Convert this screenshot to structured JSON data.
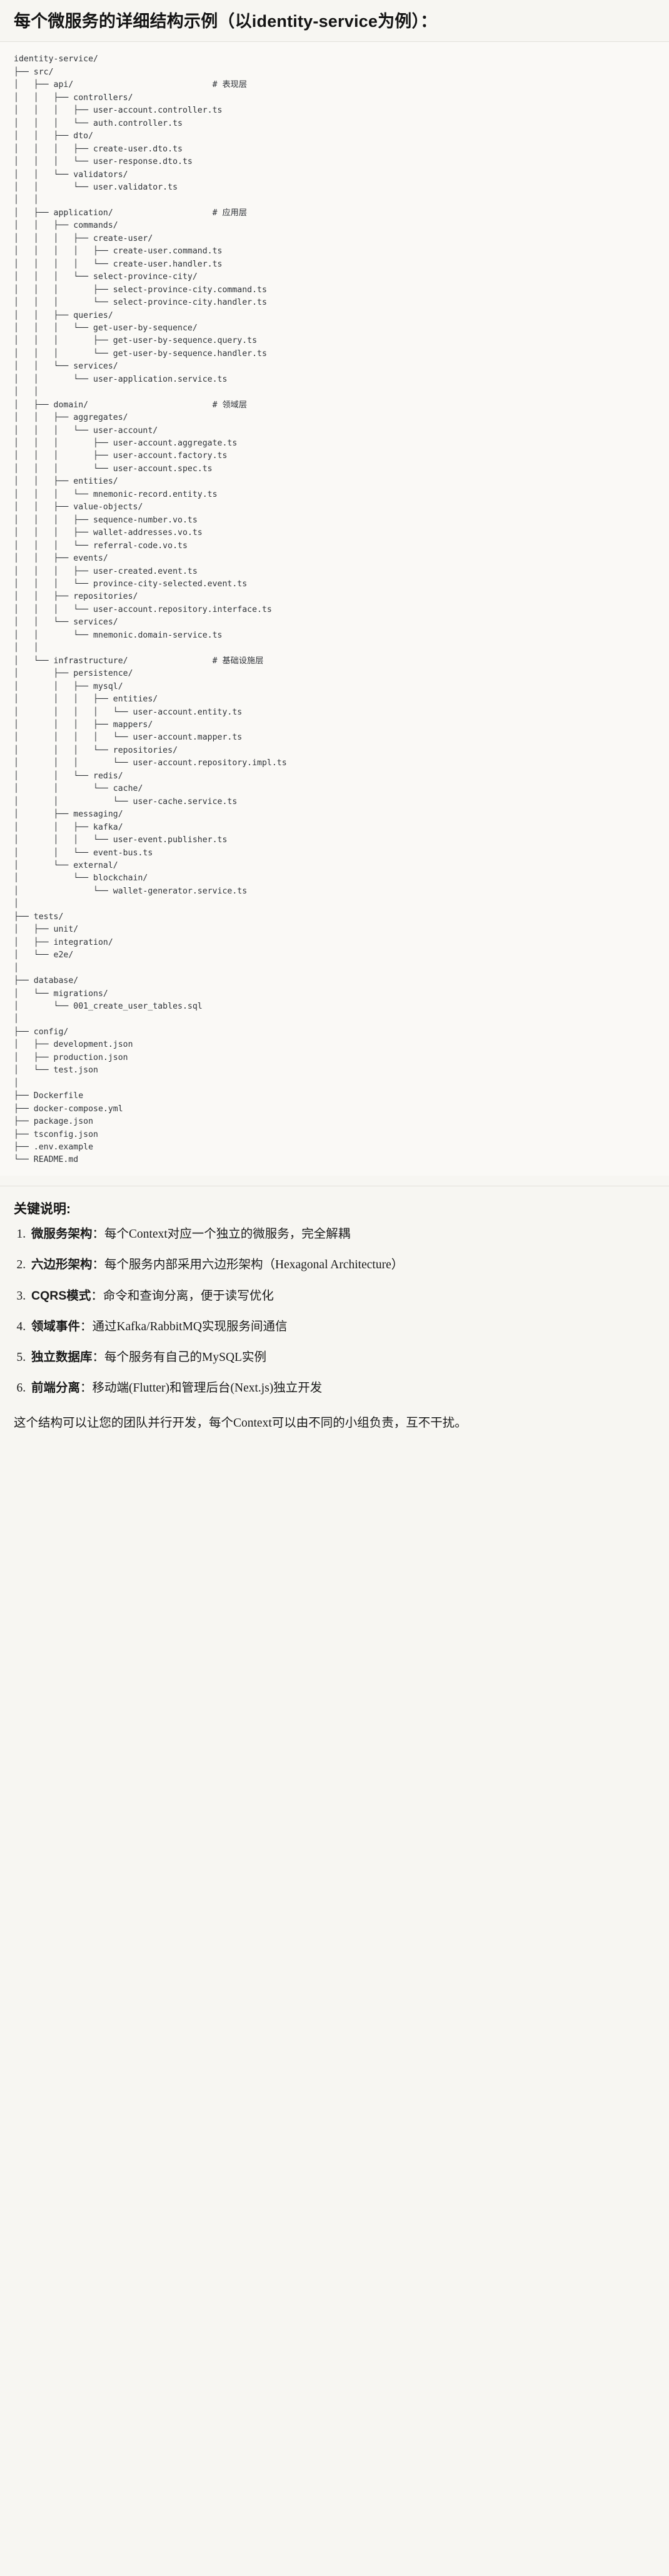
{
  "heading": {
    "text": "每个微服务的详细结构示例（以identity-service为例）："
  },
  "tree": {
    "root": "identity-service/",
    "comment_column": 40,
    "lines": [
      {
        "prefix": "",
        "label": "identity-service/",
        "comment": ""
      },
      {
        "prefix": "├── ",
        "label": "src/",
        "comment": ""
      },
      {
        "prefix": "│   ├── ",
        "label": "api/",
        "comment": "# 表现层"
      },
      {
        "prefix": "│   │   ├── ",
        "label": "controllers/",
        "comment": ""
      },
      {
        "prefix": "│   │   │   ├── ",
        "label": "user-account.controller.ts",
        "comment": ""
      },
      {
        "prefix": "│   │   │   └── ",
        "label": "auth.controller.ts",
        "comment": ""
      },
      {
        "prefix": "│   │   ├── ",
        "label": "dto/",
        "comment": ""
      },
      {
        "prefix": "│   │   │   ├── ",
        "label": "create-user.dto.ts",
        "comment": ""
      },
      {
        "prefix": "│   │   │   └── ",
        "label": "user-response.dto.ts",
        "comment": ""
      },
      {
        "prefix": "│   │   └── ",
        "label": "validators/",
        "comment": ""
      },
      {
        "prefix": "│   │       └── ",
        "label": "user.validator.ts",
        "comment": ""
      },
      {
        "prefix": "│   │",
        "label": "",
        "comment": ""
      },
      {
        "prefix": "│   ├── ",
        "label": "application/",
        "comment": "# 应用层"
      },
      {
        "prefix": "│   │   ├── ",
        "label": "commands/",
        "comment": ""
      },
      {
        "prefix": "│   │   │   ├── ",
        "label": "create-user/",
        "comment": ""
      },
      {
        "prefix": "│   │   │   │   ├── ",
        "label": "create-user.command.ts",
        "comment": ""
      },
      {
        "prefix": "│   │   │   │   └── ",
        "label": "create-user.handler.ts",
        "comment": ""
      },
      {
        "prefix": "│   │   │   └── ",
        "label": "select-province-city/",
        "comment": ""
      },
      {
        "prefix": "│   │   │       ├── ",
        "label": "select-province-city.command.ts",
        "comment": ""
      },
      {
        "prefix": "│   │   │       └── ",
        "label": "select-province-city.handler.ts",
        "comment": ""
      },
      {
        "prefix": "│   │   ├── ",
        "label": "queries/",
        "comment": ""
      },
      {
        "prefix": "│   │   │   └── ",
        "label": "get-user-by-sequence/",
        "comment": ""
      },
      {
        "prefix": "│   │   │       ├── ",
        "label": "get-user-by-sequence.query.ts",
        "comment": ""
      },
      {
        "prefix": "│   │   │       └── ",
        "label": "get-user-by-sequence.handler.ts",
        "comment": ""
      },
      {
        "prefix": "│   │   └── ",
        "label": "services/",
        "comment": ""
      },
      {
        "prefix": "│   │       └── ",
        "label": "user-application.service.ts",
        "comment": ""
      },
      {
        "prefix": "│   │",
        "label": "",
        "comment": ""
      },
      {
        "prefix": "│   ├── ",
        "label": "domain/",
        "comment": "# 领域层"
      },
      {
        "prefix": "│   │   ├── ",
        "label": "aggregates/",
        "comment": ""
      },
      {
        "prefix": "│   │   │   └── ",
        "label": "user-account/",
        "comment": ""
      },
      {
        "prefix": "│   │   │       ├── ",
        "label": "user-account.aggregate.ts",
        "comment": ""
      },
      {
        "prefix": "│   │   │       ├── ",
        "label": "user-account.factory.ts",
        "comment": ""
      },
      {
        "prefix": "│   │   │       └── ",
        "label": "user-account.spec.ts",
        "comment": ""
      },
      {
        "prefix": "│   │   ├── ",
        "label": "entities/",
        "comment": ""
      },
      {
        "prefix": "│   │   │   └── ",
        "label": "mnemonic-record.entity.ts",
        "comment": ""
      },
      {
        "prefix": "│   │   ├── ",
        "label": "value-objects/",
        "comment": ""
      },
      {
        "prefix": "│   │   │   ├── ",
        "label": "sequence-number.vo.ts",
        "comment": ""
      },
      {
        "prefix": "│   │   │   ├── ",
        "label": "wallet-addresses.vo.ts",
        "comment": ""
      },
      {
        "prefix": "│   │   │   └── ",
        "label": "referral-code.vo.ts",
        "comment": ""
      },
      {
        "prefix": "│   │   ├── ",
        "label": "events/",
        "comment": ""
      },
      {
        "prefix": "│   │   │   ├── ",
        "label": "user-created.event.ts",
        "comment": ""
      },
      {
        "prefix": "│   │   │   └── ",
        "label": "province-city-selected.event.ts",
        "comment": ""
      },
      {
        "prefix": "│   │   ├── ",
        "label": "repositories/",
        "comment": ""
      },
      {
        "prefix": "│   │   │   └── ",
        "label": "user-account.repository.interface.ts",
        "comment": ""
      },
      {
        "prefix": "│   │   └── ",
        "label": "services/",
        "comment": ""
      },
      {
        "prefix": "│   │       └── ",
        "label": "mnemonic.domain-service.ts",
        "comment": ""
      },
      {
        "prefix": "│   │",
        "label": "",
        "comment": ""
      },
      {
        "prefix": "│   └── ",
        "label": "infrastructure/",
        "comment": "# 基础设施层"
      },
      {
        "prefix": "│       ├── ",
        "label": "persistence/",
        "comment": ""
      },
      {
        "prefix": "│       │   ├── ",
        "label": "mysql/",
        "comment": ""
      },
      {
        "prefix": "│       │   │   ├── ",
        "label": "entities/",
        "comment": ""
      },
      {
        "prefix": "│       │   │   │   └── ",
        "label": "user-account.entity.ts",
        "comment": ""
      },
      {
        "prefix": "│       │   │   ├── ",
        "label": "mappers/",
        "comment": ""
      },
      {
        "prefix": "│       │   │   │   └── ",
        "label": "user-account.mapper.ts",
        "comment": ""
      },
      {
        "prefix": "│       │   │   └── ",
        "label": "repositories/",
        "comment": ""
      },
      {
        "prefix": "│       │   │       └── ",
        "label": "user-account.repository.impl.ts",
        "comment": ""
      },
      {
        "prefix": "│       │   └── ",
        "label": "redis/",
        "comment": ""
      },
      {
        "prefix": "│       │       └── ",
        "label": "cache/",
        "comment": ""
      },
      {
        "prefix": "│       │           └── ",
        "label": "user-cache.service.ts",
        "comment": ""
      },
      {
        "prefix": "│       ├── ",
        "label": "messaging/",
        "comment": ""
      },
      {
        "prefix": "│       │   ├── ",
        "label": "kafka/",
        "comment": ""
      },
      {
        "prefix": "│       │   │   └── ",
        "label": "user-event.publisher.ts",
        "comment": ""
      },
      {
        "prefix": "│       │   └── ",
        "label": "event-bus.ts",
        "comment": ""
      },
      {
        "prefix": "│       └── ",
        "label": "external/",
        "comment": ""
      },
      {
        "prefix": "│           └── ",
        "label": "blockchain/",
        "comment": ""
      },
      {
        "prefix": "│               └── ",
        "label": "wallet-generator.service.ts",
        "comment": ""
      },
      {
        "prefix": "│",
        "label": "",
        "comment": ""
      },
      {
        "prefix": "├── ",
        "label": "tests/",
        "comment": ""
      },
      {
        "prefix": "│   ├── ",
        "label": "unit/",
        "comment": ""
      },
      {
        "prefix": "│   ├── ",
        "label": "integration/",
        "comment": ""
      },
      {
        "prefix": "│   └── ",
        "label": "e2e/",
        "comment": ""
      },
      {
        "prefix": "│",
        "label": "",
        "comment": ""
      },
      {
        "prefix": "├── ",
        "label": "database/",
        "comment": ""
      },
      {
        "prefix": "│   └── ",
        "label": "migrations/",
        "comment": ""
      },
      {
        "prefix": "│       └── ",
        "label": "001_create_user_tables.sql",
        "comment": ""
      },
      {
        "prefix": "│",
        "label": "",
        "comment": ""
      },
      {
        "prefix": "├── ",
        "label": "config/",
        "comment": ""
      },
      {
        "prefix": "│   ├── ",
        "label": "development.json",
        "comment": ""
      },
      {
        "prefix": "│   ├── ",
        "label": "production.json",
        "comment": ""
      },
      {
        "prefix": "│   └── ",
        "label": "test.json",
        "comment": ""
      },
      {
        "prefix": "│",
        "label": "",
        "comment": ""
      },
      {
        "prefix": "├── ",
        "label": "Dockerfile",
        "comment": ""
      },
      {
        "prefix": "├── ",
        "label": "docker-compose.yml",
        "comment": ""
      },
      {
        "prefix": "├── ",
        "label": "package.json",
        "comment": ""
      },
      {
        "prefix": "├── ",
        "label": "tsconfig.json",
        "comment": ""
      },
      {
        "prefix": "├── ",
        "label": ".env.example",
        "comment": ""
      },
      {
        "prefix": "└── ",
        "label": "README.md",
        "comment": ""
      }
    ]
  },
  "notes": {
    "heading": "关键说明:",
    "items": [
      {
        "term": "微服务架构",
        "desc": "：每个Context对应一个独立的微服务，完全解耦"
      },
      {
        "term": "六边形架构",
        "desc": "：每个服务内部采用六边形架构（Hexagonal Architecture）"
      },
      {
        "term": "CQRS模式",
        "desc": "：命令和查询分离，便于读写优化"
      },
      {
        "term": "领域事件",
        "desc": "：通过Kafka/RabbitMQ实现服务间通信"
      },
      {
        "term": "独立数据库",
        "desc": "：每个服务有自己的MySQL实例"
      },
      {
        "term": "前端分离",
        "desc": "：移动端(Flutter)和管理后台(Next.js)独立开发"
      }
    ]
  },
  "closing": {
    "text": "这个结构可以让您的团队并行开发，每个Context可以由不同的小组负责，互不干扰。"
  }
}
